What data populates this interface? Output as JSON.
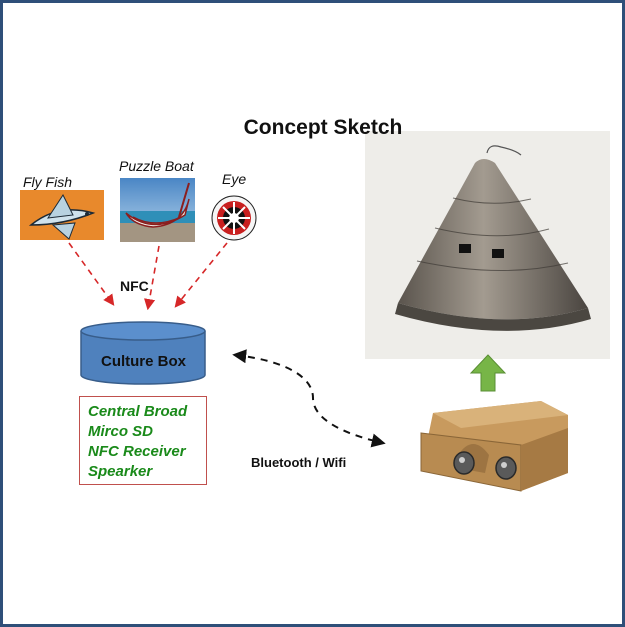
{
  "title": "Concept Sketch",
  "inputs": [
    {
      "label": "Fly Fish"
    },
    {
      "label": "Puzzle Boat"
    },
    {
      "label": "Eye"
    }
  ],
  "nfc_label": "NFC",
  "box": {
    "label": "Culture Box",
    "components": [
      "Central Broad",
      "Mirco SD",
      "NFC Receiver",
      "Spearker"
    ]
  },
  "link_label": "Bluetooth / Wifi",
  "colors": {
    "frame": "#2f4f79",
    "drum_fill": "#4f81bd",
    "drum_stroke": "#385d8a",
    "dashed_red": "#d62728",
    "spec_text": "#1a8a1a",
    "spec_border": "#c0504d",
    "up_arrow": "#77b547"
  }
}
